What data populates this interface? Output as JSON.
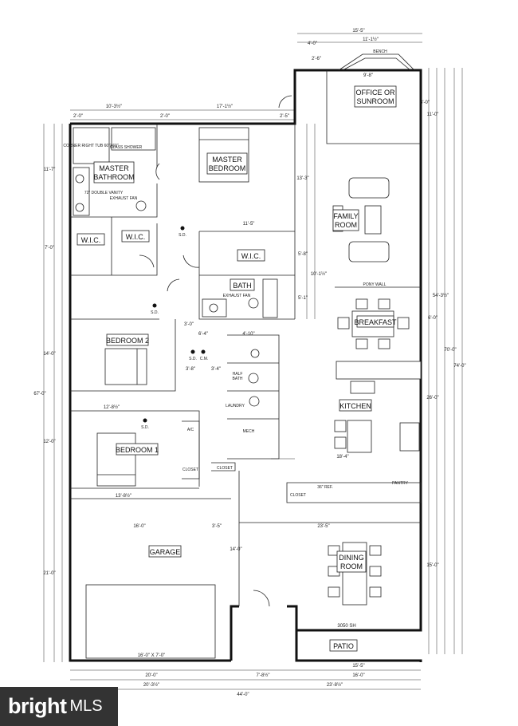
{
  "rooms": {
    "master_bathroom": [
      "MASTER",
      "BATHROOM"
    ],
    "master_bedroom": [
      "MASTER",
      "BEDROOM"
    ],
    "wic_1": "W.I.C.",
    "wic_2": "W.I.C.",
    "wic_3": "W.I.C.",
    "bath": "BATH",
    "bedroom_2": "BEDROOM 2",
    "bedroom_1": "BEDROOM 1",
    "office": [
      "OFFICE OR",
      "SUNROOM"
    ],
    "family_room": [
      "FAMILY",
      "ROOM"
    ],
    "breakfast": "BREAKFAST",
    "kitchen": "KITCHEN",
    "garage": "GARAGE",
    "dining_room": [
      "DINING",
      "ROOM"
    ],
    "patio": "PATIO",
    "half_bath": [
      "HALF",
      "BATH"
    ],
    "laundry": "LAUNDRY",
    "mech": "MECH",
    "closet_1": "CLOSET",
    "closet_2": "CLOSET",
    "closet_3": "CLOSET",
    "pantry": "PANTRY",
    "ac": "A/C"
  },
  "notes": {
    "corner_tub": "CORNER RIGHT TUB 60\"X60\"",
    "glass_shower": "GLASS SHOWER",
    "double_vanity": "72\" DOUBLE VANITY",
    "exhaust_fan_1": "EXHAUST FAN",
    "exhaust_fan_2": "EXHAUST FAN",
    "pony_wall": "PONY WALL",
    "ref": "36\" REF.",
    "bench": "BENCH",
    "sd": "S.D.",
    "cm": "C.M."
  },
  "dimensions": {
    "top_office_width": "15'-5\"",
    "top_office_inner": "11'-1½\"",
    "top_4_0": "4'-0\"",
    "top_2_6": "2'-6\"",
    "office_inner": "9'-8\"",
    "top_left_bath": "10'-3½\"",
    "top_master": "17'-1½\"",
    "top_2_0": "2'-0\"",
    "top_2_5": "2'-5\"",
    "master_inner": "11'-5\"",
    "left_11_7": "11'-7\"",
    "left_7_0": "7'-0\"",
    "left_14_0": "14'-0\"",
    "left_12_0": "12'-0\"",
    "left_21_0": "21'-0\"",
    "left_67_0": "67'-0\"",
    "bedroom2_width": "12'-8½\"",
    "bedroom1_width": "13'-8½\"",
    "garage_inner": "16'-0\"",
    "garage_3_5": "3'-5\"",
    "dining_inner": "23'-5\"",
    "kitchen_18_4": "18'-4\"",
    "hall_6_4": "6'-4\"",
    "hall_4_10": "4'-10\"",
    "hall_3_0": "3'-0\"",
    "hall_3_8": "3'-8\"",
    "hall_3_4": "3'-4\"",
    "mid_13_3": "13'-3\"",
    "mid_5_8": "5'-8\"",
    "mid_5_1": "5'-1\"",
    "mid_10_1": "10'-1½\"",
    "right_11_0": "11'-0\"",
    "right_8_0": "8'-0\"",
    "right_54_3": "54'-3½\"",
    "right_70_0": "70'-0\"",
    "right_74_0": "74'-0\"",
    "right_26_0": "26'-0\"",
    "right_15_0": "15'-0\"",
    "right_6_0": "6'-0\"",
    "bottom_20_0": "20'-0\"",
    "bottom_20_3": "20'-3½\"",
    "bottom_7_8": "7'-8½\"",
    "bottom_15_5": "15'-5\"",
    "bottom_16_0": "16'-0\"",
    "bottom_23_8": "23'-8½\"",
    "bottom_44_0": "44'-0\"",
    "garage_door": "16'-0\" X 7'-0\"",
    "windows_3050": "3050 SH",
    "gar_14_0": "14'-0\""
  },
  "watermark": {
    "brand": "bright",
    "suffix": "MLS"
  }
}
